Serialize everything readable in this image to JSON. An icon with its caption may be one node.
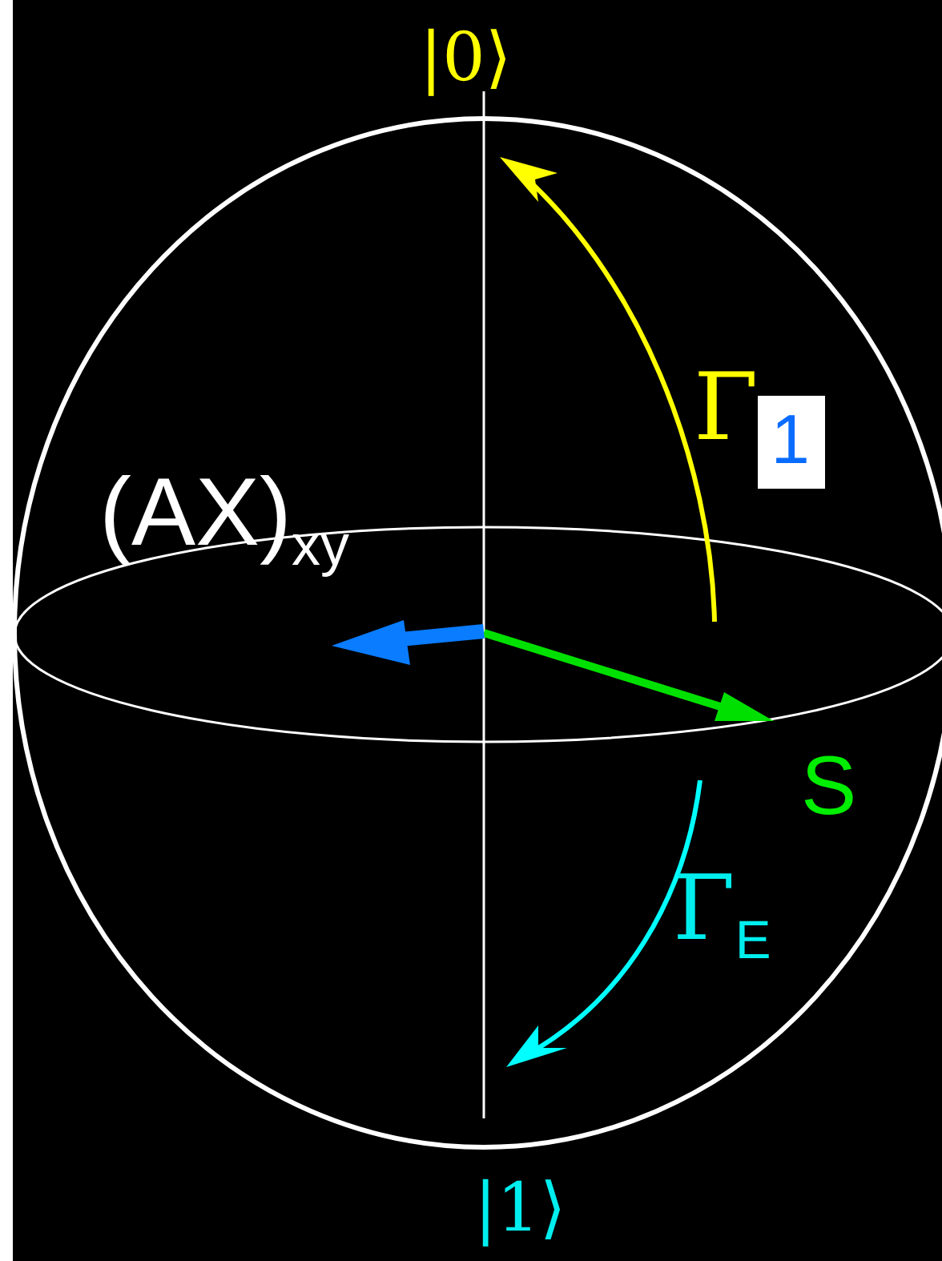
{
  "diagram": {
    "labels": [
      "|0⟩",
      "Γ$_{1}$",
      "(AX)$_{xy}$",
      "S",
      "Γ$_{E}$",
      "|1⟩"
    ]
  }
}
